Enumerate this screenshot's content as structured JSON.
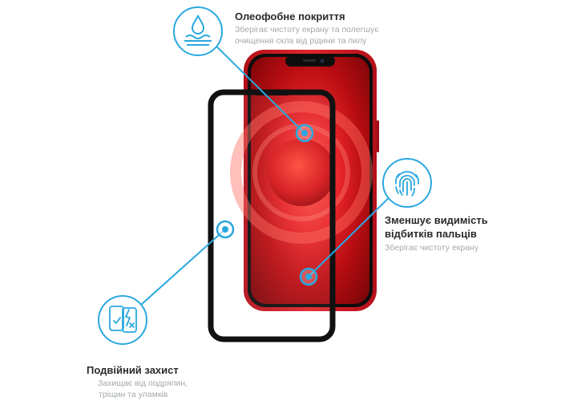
{
  "features": {
    "oleophobic": {
      "title": "Олеофобне покриття",
      "desc_line1": "Зберігає чистоту екрану та полегшує",
      "desc_line2": "очищення скла від рідини та пилу",
      "icon": "water-drop-icon"
    },
    "fingerprint": {
      "title_line1": "Зменшує видимість",
      "title_line2": "відбитків пальців",
      "desc": "Зберігає чистоту екрану",
      "icon": "fingerprint-icon"
    },
    "double_protection": {
      "title": "Подвійний захист",
      "desc_line1": "Захищає від подряпин,",
      "desc_line2": "тріщин та уламків",
      "icon": "phone-protection-icon"
    }
  },
  "colors": {
    "accent": "#2aa8df",
    "phone_red": "#d4141c",
    "glass_border": "#111111",
    "title_text": "#2b2b2b",
    "desc_text": "#a3a9ad"
  }
}
